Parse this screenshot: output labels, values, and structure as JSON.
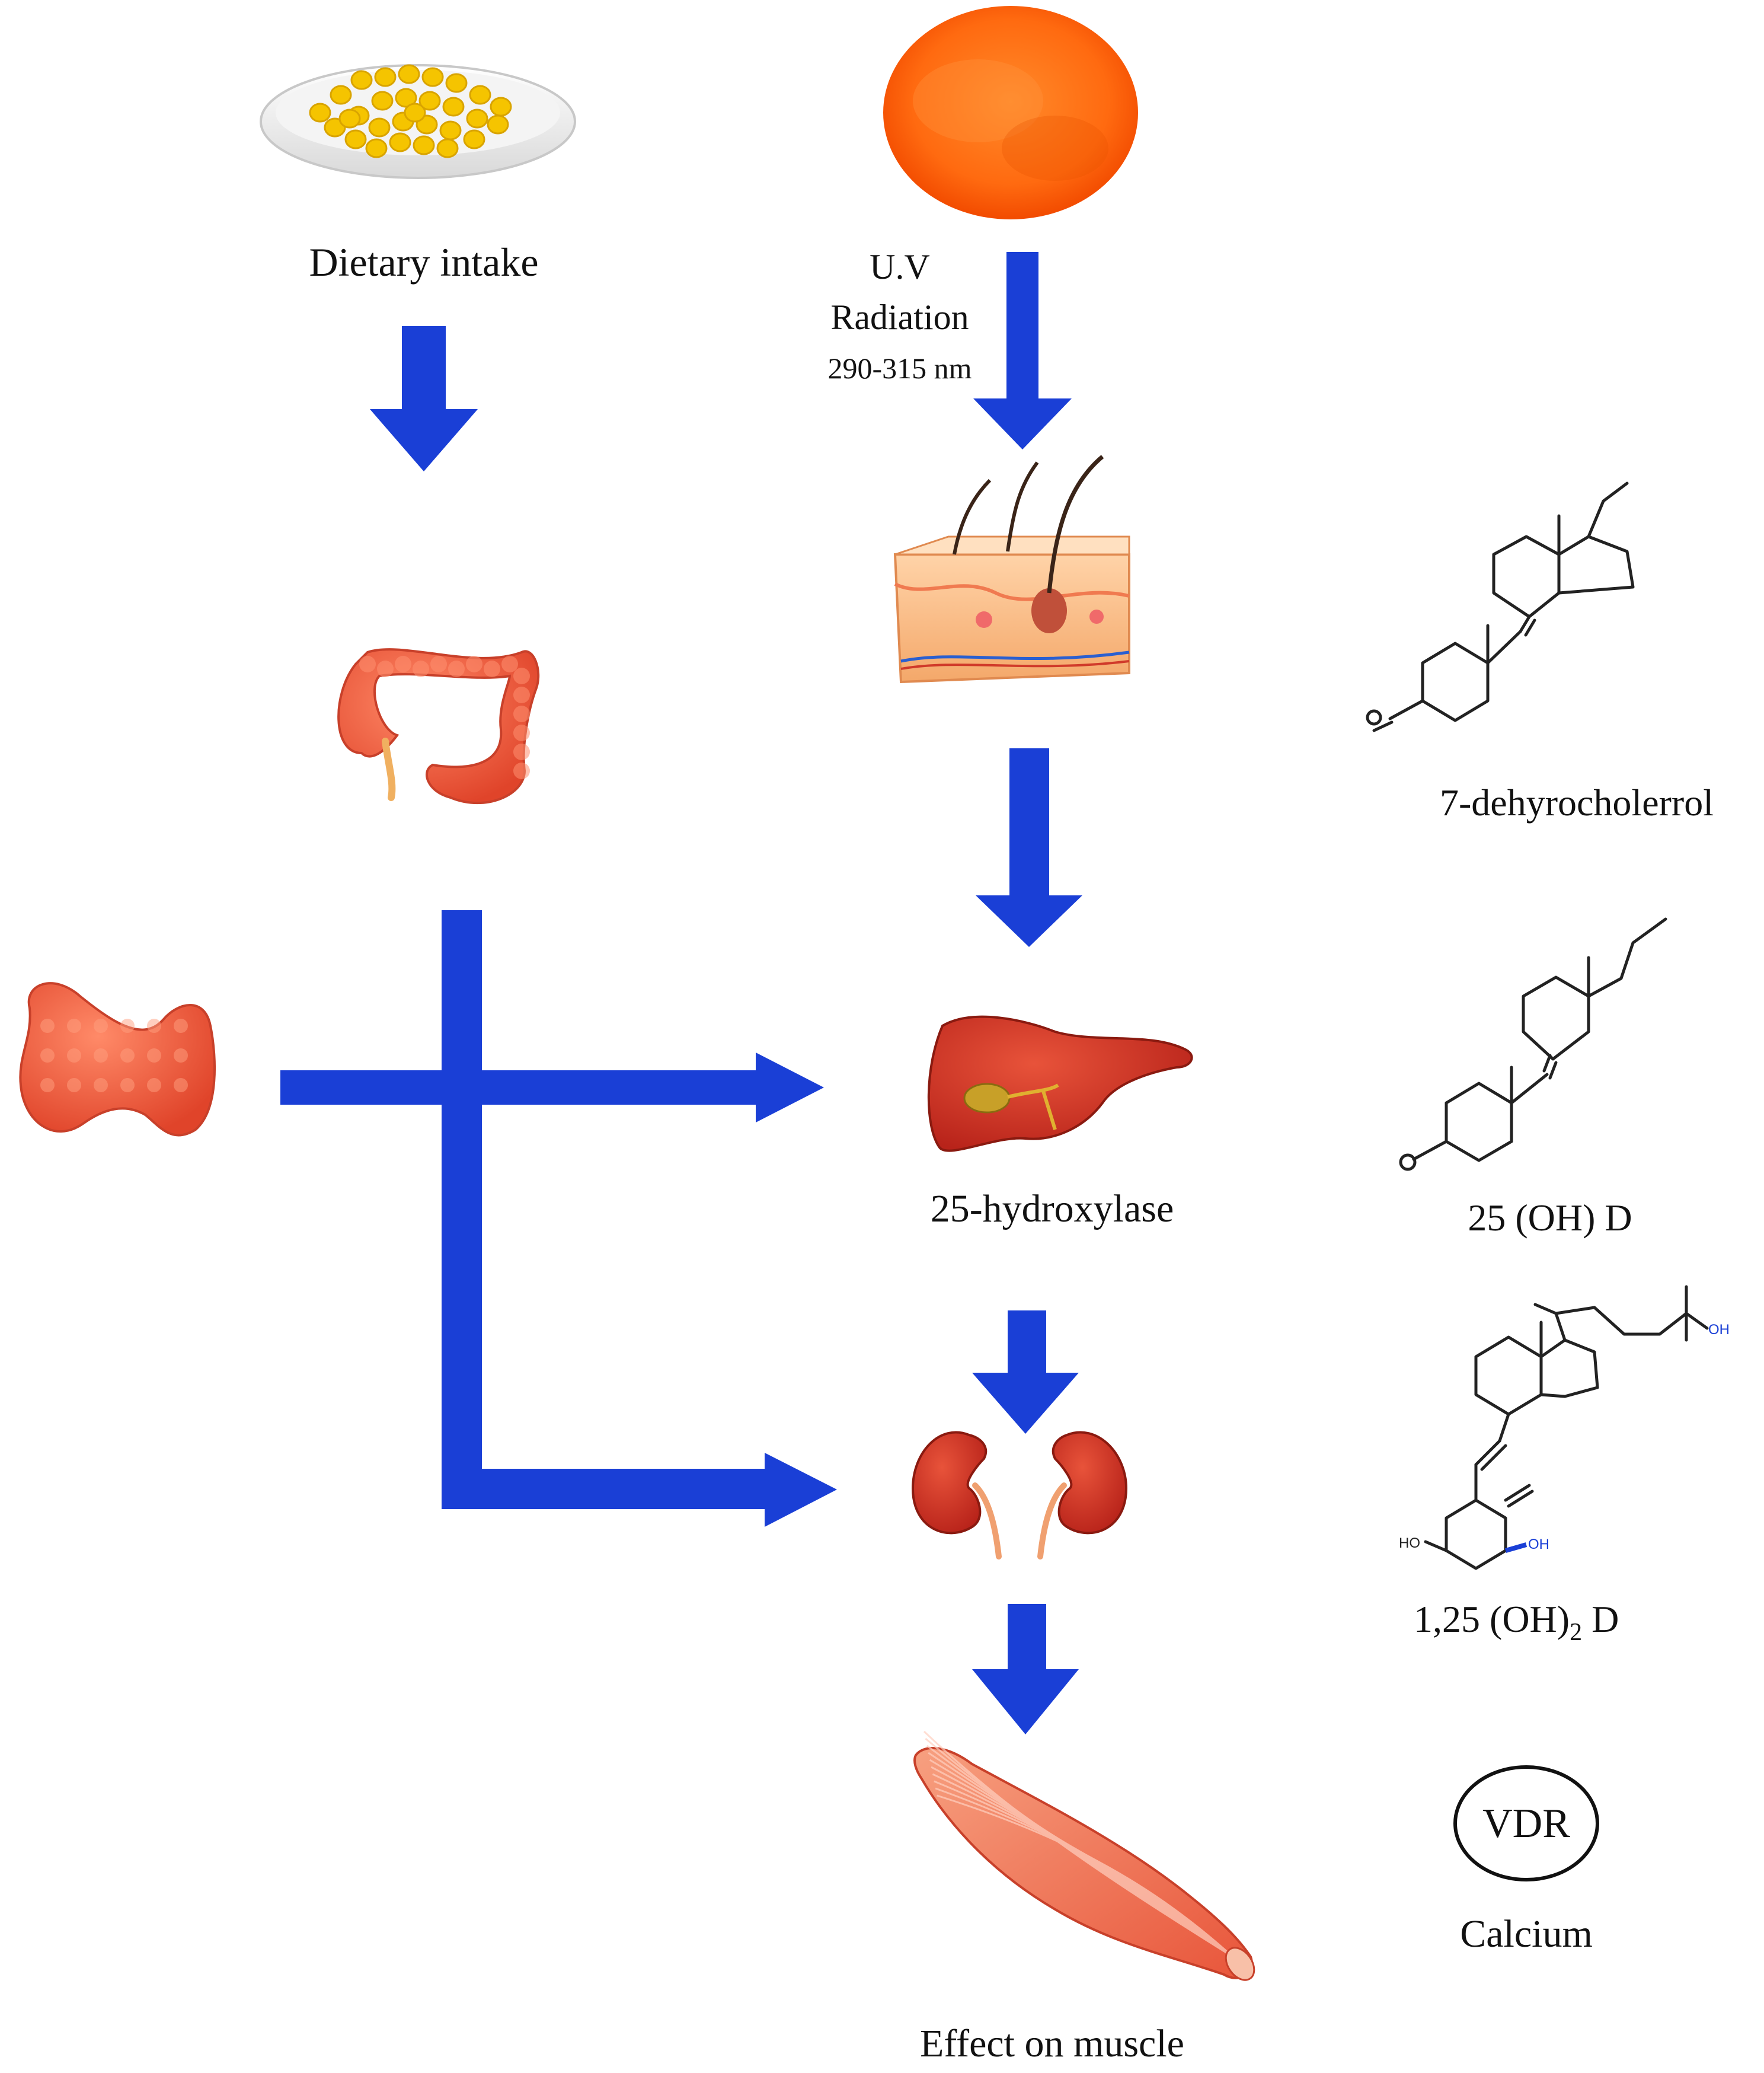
{
  "labels": {
    "dietary_intake": "Dietary intake",
    "uv_line1": "U.V",
    "uv_line2": "Radiation",
    "uv_line3": "290-315 nm",
    "hydroxylase": "25-hydroxylase",
    "effect_on_muscle": "Effect on muscle",
    "dehydrocholesterol": "7-dehyrocholerrol",
    "d25": "25 (OH) D",
    "d125_prefix": "1,25 (OH)",
    "d125_sub": "2",
    "d125_suffix": " D",
    "vdr": "VDR",
    "calcium": "Calcium",
    "oh": "OH",
    "ho": "HO"
  },
  "icons": {
    "supplement": "supplement-dish-icon",
    "sun": "sun-icon",
    "skin": "skin-section-icon",
    "intestine": "intestine-icon",
    "parathyroid": "parathyroid-gland-icon",
    "liver": "liver-icon",
    "kidney": "kidneys-icon",
    "muscle": "muscle-icon"
  },
  "colors": {
    "arrow": "#1a3fd6",
    "organ": "#f05a3c",
    "sun": "#ff6a10",
    "pill": "#f5c400"
  }
}
